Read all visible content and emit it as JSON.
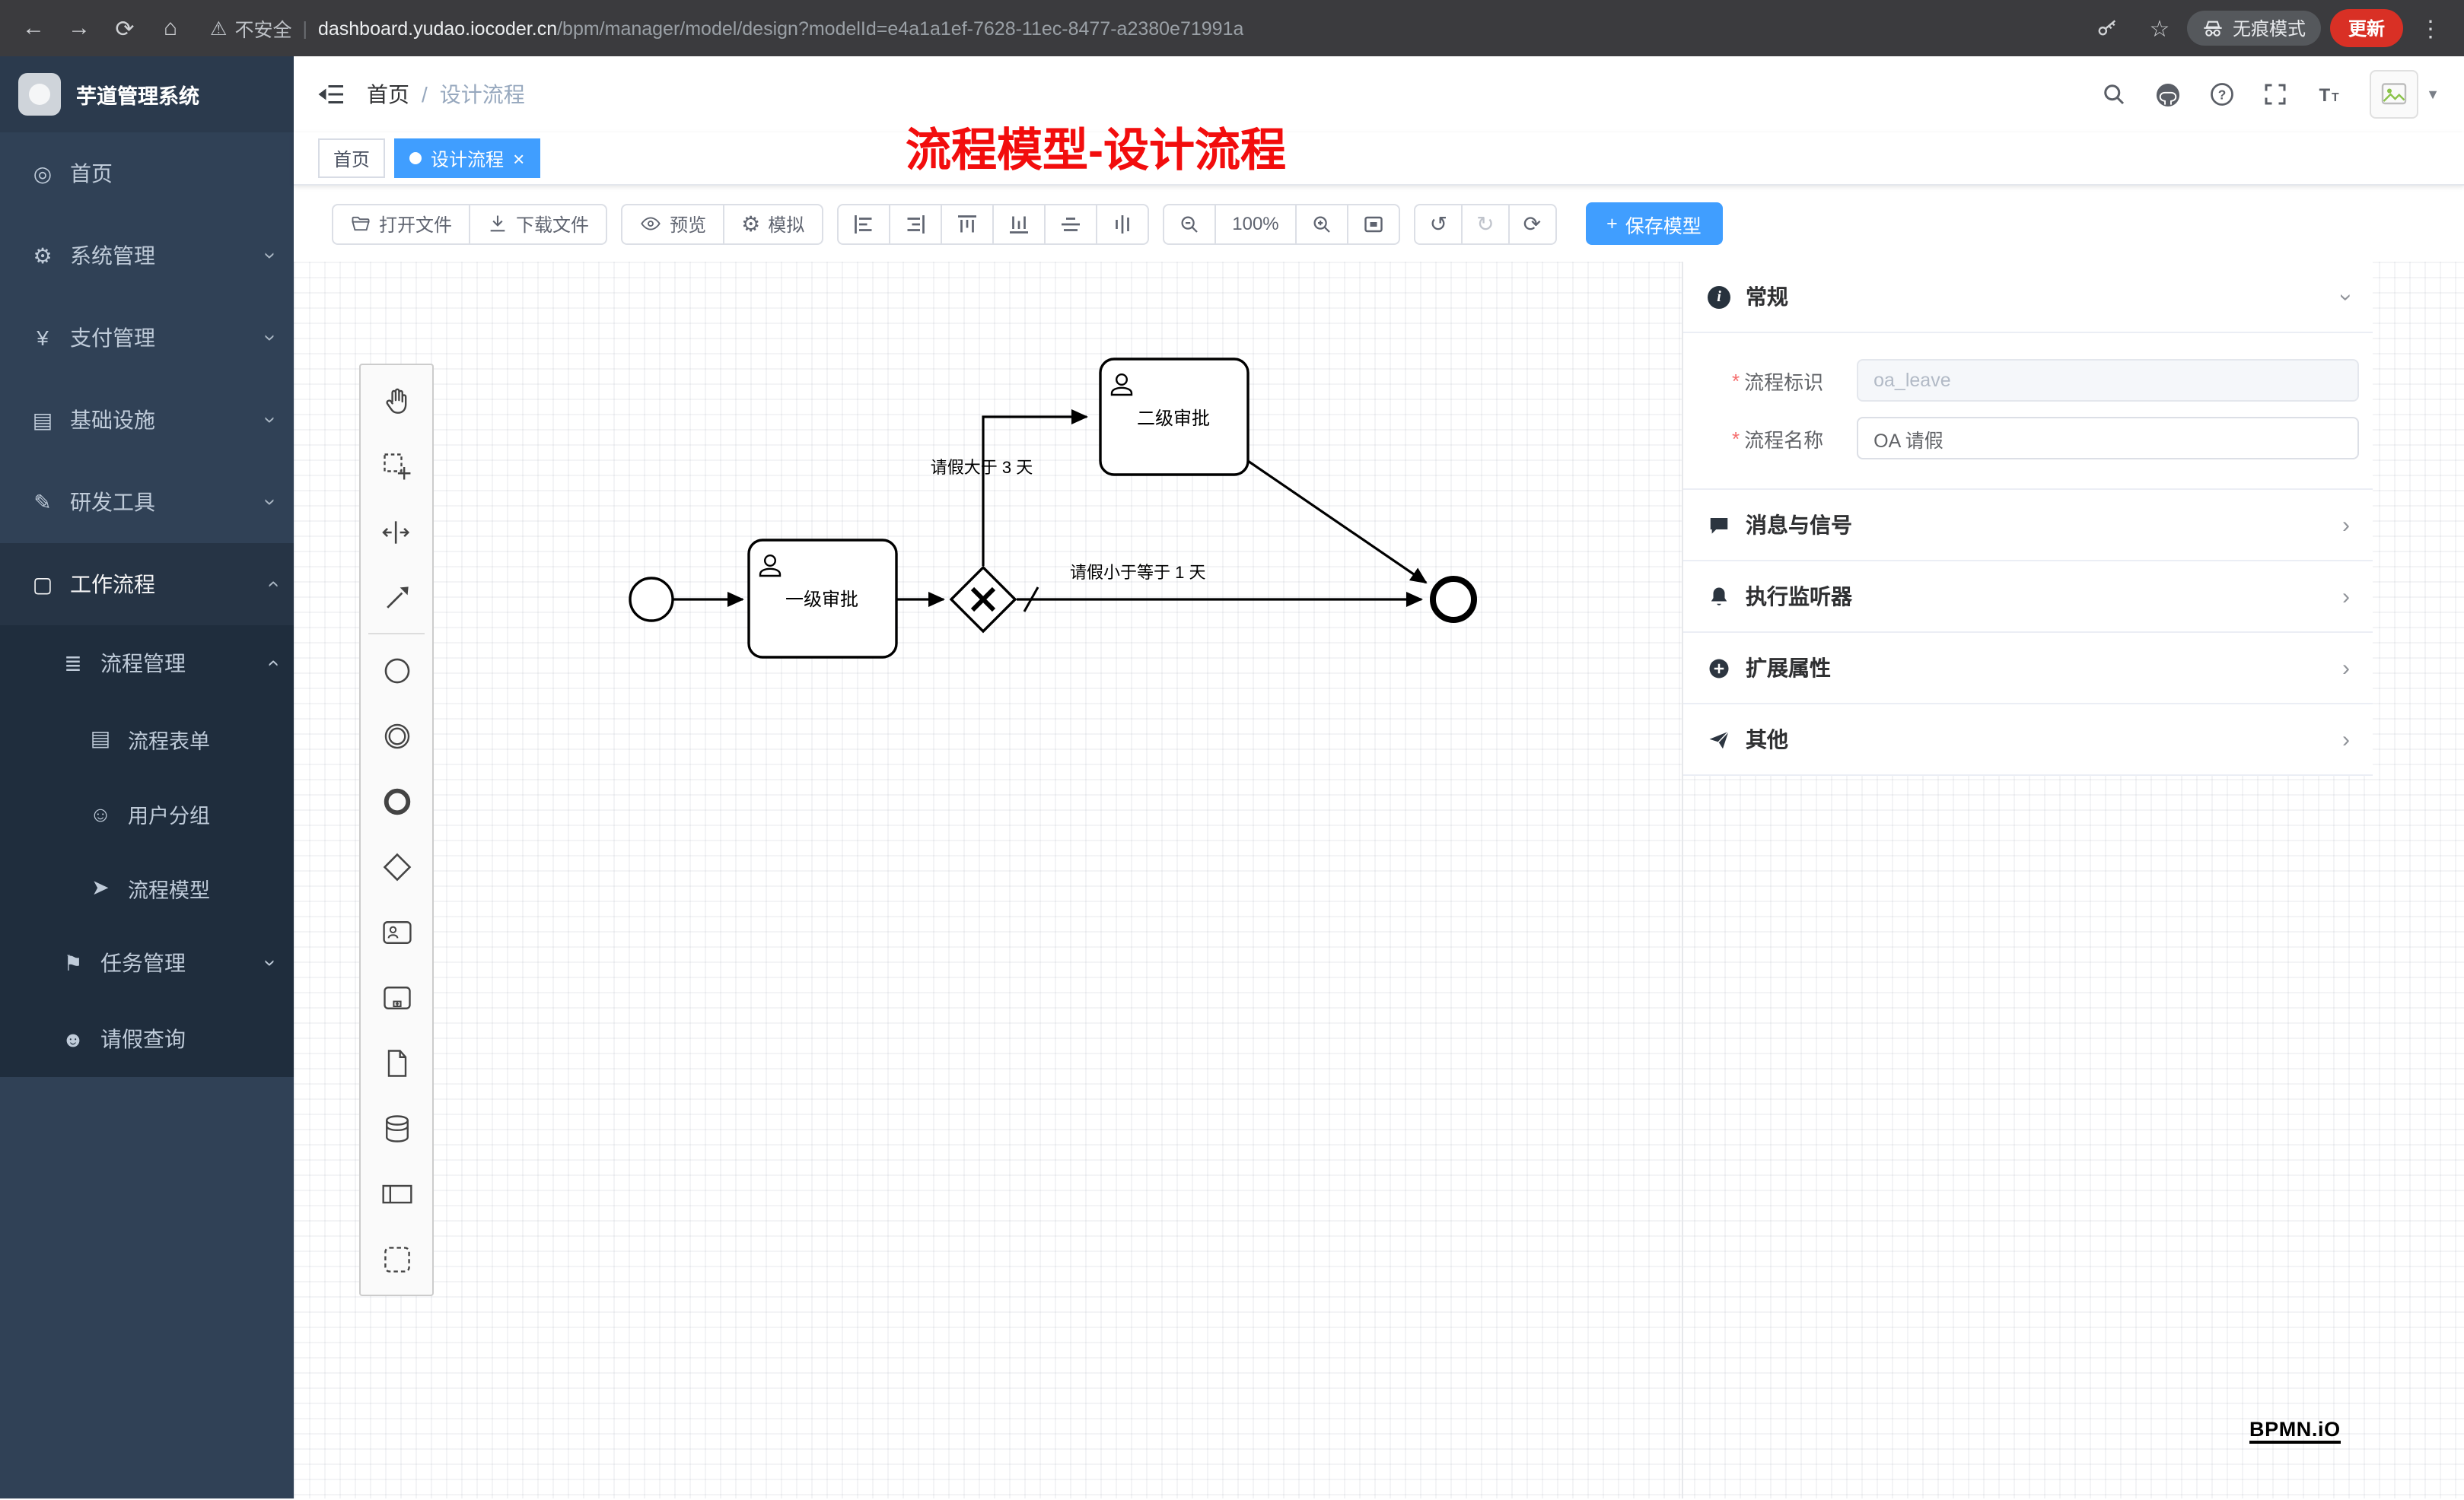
{
  "browser": {
    "security_label": "不安全",
    "url_host": "dashboard.yudao.iocoder.cn",
    "url_path": "/bpm/manager/model/design?modelId=e4a1a1ef-7628-11ec-8477-a2380e71991a",
    "incognito_label": "无痕模式",
    "update_label": "更新"
  },
  "icons": {
    "back": "←",
    "forward": "→",
    "reload": "⟳",
    "home": "⌂",
    "warning": "⚠",
    "star": "☆",
    "menu_dots": "⋮",
    "bar": "|",
    "home_menu": "◎",
    "system": "⚙",
    "payment": "¥",
    "infra": "▤",
    "devtools": "✎",
    "workflow": "▢",
    "process_mgmt": "≣",
    "process_form": "▤",
    "user_group": "☺",
    "process_model": "➤",
    "task_mgmt": "⚑",
    "leave_query": "☻",
    "chevron": "›",
    "gear": "⚙",
    "undo": "↺",
    "redo": "↻",
    "refresh": "⟳",
    "caret_down": "▼",
    "close": "×",
    "plus": "+"
  },
  "sidebar": {
    "app_title": "芋道管理系统",
    "items": [
      {
        "label": "首页"
      },
      {
        "label": "系统管理"
      },
      {
        "label": "支付管理"
      },
      {
        "label": "基础设施"
      },
      {
        "label": "研发工具"
      },
      {
        "label": "工作流程"
      }
    ],
    "submenu": {
      "process_mgmt": "流程管理",
      "children": [
        "流程表单",
        "用户分组",
        "流程模型"
      ],
      "task_mgmt": "任务管理",
      "leave_query": "请假查询"
    }
  },
  "navbar": {
    "breadcrumb_home": "首页",
    "breadcrumb_sep": "/",
    "breadcrumb_current": "设计流程"
  },
  "tags": [
    {
      "label": "首页",
      "active": false
    },
    {
      "label": "设计流程",
      "active": true
    }
  ],
  "annotation": {
    "text": "流程模型-设计流程"
  },
  "toolbar": {
    "open_file": "打开文件",
    "download_file": "下载文件",
    "preview": "预览",
    "simulate": "模拟",
    "zoom_level": "100%",
    "save_model": "保存模型"
  },
  "diagram": {
    "task_level1": "一级审批",
    "task_level2": "二级审批",
    "flow_label_gt3": "请假大于 3 天",
    "flow_label_le1": "请假小于等于 1 天"
  },
  "properties": {
    "required_mark": "*",
    "general": {
      "title": "常规"
    },
    "process_key": {
      "label": "流程标识",
      "value": "oa_leave"
    },
    "process_name": {
      "label": "流程名称",
      "value": "OA 请假"
    },
    "sections": [
      {
        "title": "消息与信号"
      },
      {
        "title": "执行监听器"
      },
      {
        "title": "扩展属性"
      },
      {
        "title": "其他"
      }
    ]
  },
  "watermark": "BPMN.iO"
}
